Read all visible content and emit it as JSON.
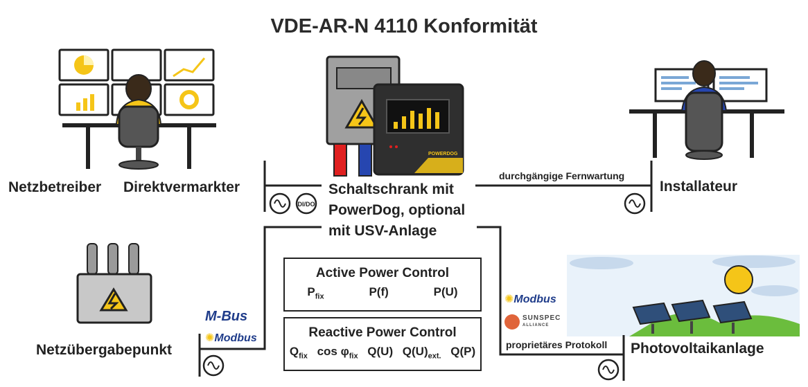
{
  "title": "VDE-AR-N 4110 Konformität",
  "labels": {
    "netzbetreiber": "Netzbetreiber",
    "direktvermarkter": "Direktvermarkter",
    "schaltschrank_line1": "Schaltschrank mit",
    "schaltschrank_line2": "PowerDog, optional",
    "schaltschrank_line3": "mit USV-Anlage",
    "installateur": "Installateur",
    "fernwartung": "durchgängige Fernwartung",
    "netzuebergabepunkt": "Netzübergabepunkt",
    "photovoltaikanlage": "Photovoltaikanlage",
    "protokoll": "proprietäres Protokoll",
    "didio": "DI/DO"
  },
  "active_power": {
    "title": "Active Power Control",
    "items": [
      "P",
      "P(f)",
      "P(U)"
    ],
    "p_fix_sub": "fix"
  },
  "reactive_power": {
    "title": "Reactive Power Control",
    "q_fix": "Q",
    "q_fix_sub": "fix",
    "cos": "cos φ",
    "cos_sub": "fix",
    "qu": "Q(U)",
    "qu_ext": "Q(U)",
    "qu_ext_sub": "ext.",
    "qp": "Q(P)"
  },
  "logos": {
    "mbus": "M-Bus",
    "modbus": "Modbus",
    "sunspec": "SUNSPEC",
    "sunspec_sub": "ALLIANCE",
    "powerdog": "POWERDOG"
  },
  "colors": {
    "accent_yellow": "#f5c518",
    "dark": "#222222",
    "brand_blue": "#1f3c8a"
  }
}
